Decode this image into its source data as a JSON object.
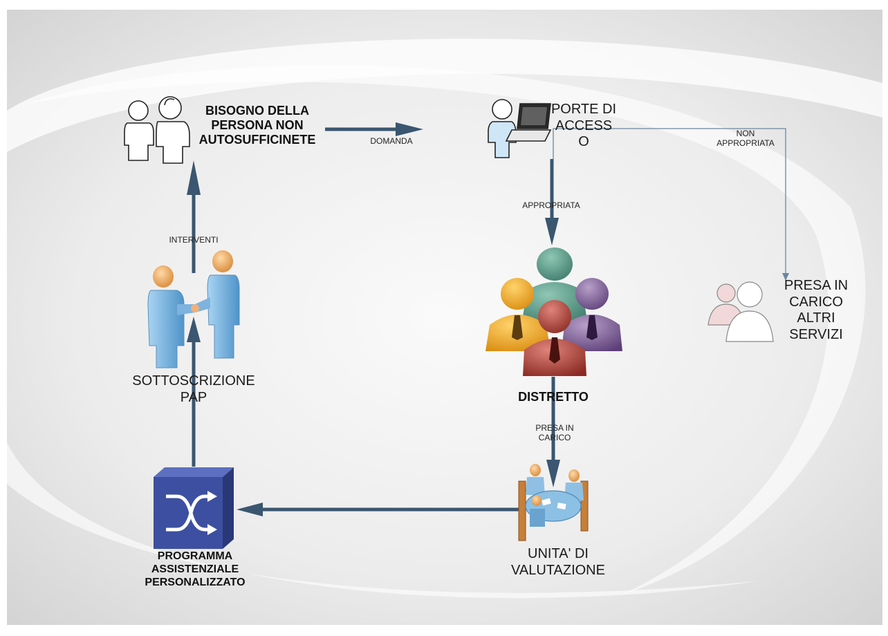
{
  "diagram": {
    "nodes": {
      "need": {
        "lines": [
          "BISOGNO DELLA",
          "PERSONA NON",
          "AUTOSUFFICINETE"
        ],
        "icon": "two-persons-outline-icon"
      },
      "access": {
        "lines": [
          "PORTE DI",
          "ACCESS",
          "O"
        ],
        "icon": "person-laptop-icon"
      },
      "district": {
        "label": "DISTRETTO",
        "icon": "group-of-people-icon"
      },
      "unit": {
        "lines": [
          "UNITA' DI",
          "VALUTAZIONE"
        ],
        "icon": "meeting-table-icon"
      },
      "program": {
        "lines": [
          "PROGRAMMA",
          "ASSISTENZIALE",
          "PERSONALIZZATO"
        ],
        "icon": "switch-box-icon"
      },
      "subscription": {
        "lines": [
          "SOTTOSCRIZIONE",
          "PAP"
        ],
        "icon": "handshake-icon"
      },
      "other": {
        "lines": [
          "PRESA IN",
          "CARICO",
          "ALTRI",
          "SERVIZI"
        ],
        "icon": "two-persons-icon"
      }
    },
    "edges": {
      "domanda": "DOMANDA",
      "appropriata": "APPROPRIATA",
      "non_appropriata": [
        "NON",
        "APPROPRIATA"
      ],
      "presa_in_carico": [
        "PRESA IN",
        "CARICO"
      ],
      "interventi": "INTERVENTI"
    },
    "colors": {
      "arrow": "#3a5670",
      "thin_line": "#6a86a0",
      "box_front": "#3d4fa0",
      "box_top": "#5d6fc0",
      "box_side": "#2a3878"
    }
  }
}
